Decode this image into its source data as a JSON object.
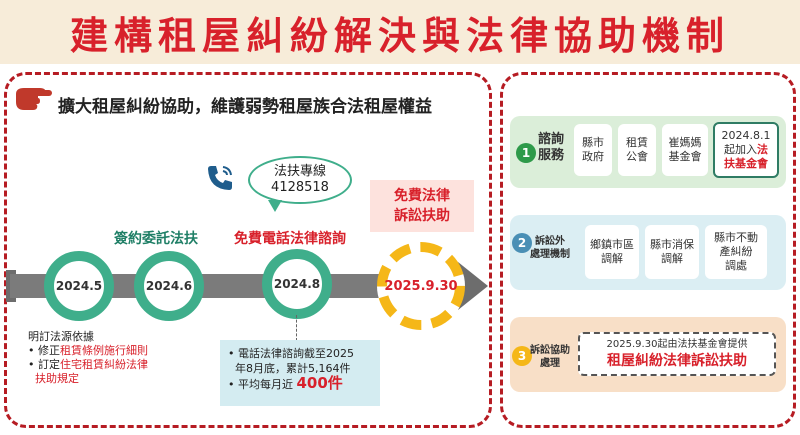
{
  "title": "建構租屋糾紛解決與法律協助機制",
  "left": {
    "headline": "擴大租屋糾紛協助，維護弱勢租屋族合法租屋權益",
    "timeline": [
      {
        "date": "2024.5"
      },
      {
        "date": "2024.6",
        "label": "簽約委託法扶"
      },
      {
        "date": "2024.8",
        "label": "免費電話法律諮詢"
      },
      {
        "date": "2025.9.30"
      }
    ],
    "hotline": {
      "title": "法扶專線",
      "number": "4128518"
    },
    "litigation": {
      "line1": "免費法律",
      "line2": "訴訟扶助"
    },
    "stats": {
      "line1": "電話法律諮詢截至2025",
      "line2": "年8月底，累計5,164件",
      "line3_prefix": "平均每月近",
      "line3_big": "400件"
    },
    "legal": {
      "title": "明訂法源依據",
      "item1_prefix": "修正",
      "item1_red": "租賃條例施行細則",
      "item2_prefix": "訂定",
      "item2_red": "住宅租賃糾紛法律",
      "item2_suffix": "扶助規定"
    }
  },
  "right": {
    "row1": {
      "num": "1",
      "category_line1": "諮詢",
      "category_line2": "服務",
      "cells": [
        {
          "l1": "縣市",
          "l2": "政府"
        },
        {
          "l1": "租賃",
          "l2": "公會"
        },
        {
          "l1": "崔媽媽",
          "l2": "基金會"
        }
      ],
      "highlight": {
        "l1": "2024.8.1",
        "l2_prefix": "起加入",
        "l2_red": "法",
        "l3": "扶基金會"
      }
    },
    "row2": {
      "num": "2",
      "category_line1": "訴訟外",
      "category_line2": "處理機制",
      "cells": [
        {
          "l1": "鄉鎮市區",
          "l2": "調解"
        },
        {
          "l1": "縣市消保",
          "l2": "調解"
        },
        {
          "l1": "縣市不動",
          "l2": "產糾紛",
          "l3": "調處"
        }
      ]
    },
    "row3": {
      "num": "3",
      "category_line1": "訴訟協助",
      "category_line2": "處理",
      "box_line1": "2025.9.30起由法扶基金會提供",
      "box_line2": "租屋糾紛法律訴訟扶助"
    }
  },
  "colors": {
    "accent": "#d8212b",
    "green": "#3fae8b",
    "yellow": "#f5b718",
    "orange": "#f5a623"
  }
}
